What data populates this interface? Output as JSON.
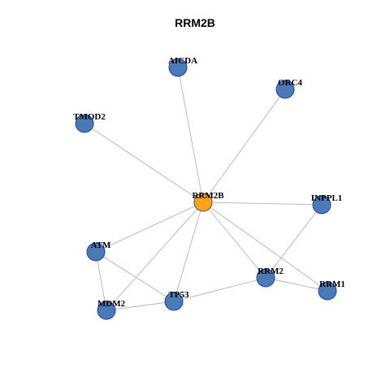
{
  "title": "RRM2B",
  "colors": {
    "center_node": "#f5a41c",
    "neighbor_node": "#4a7bb5",
    "node_border": "#1f3fbf",
    "edge": "#b3b3b3"
  },
  "nodes": [
    {
      "id": "RRM2B",
      "label": "RRM2B",
      "role": "center"
    },
    {
      "id": "AICDA",
      "label": "AICDA",
      "role": "neighbor"
    },
    {
      "id": "ORC4",
      "label": "ORC4",
      "role": "neighbor"
    },
    {
      "id": "TMOD2",
      "label": "TMOD2",
      "role": "neighbor"
    },
    {
      "id": "INPPL1",
      "label": "INPPL1",
      "role": "neighbor"
    },
    {
      "id": "ATM",
      "label": "ATM",
      "role": "neighbor"
    },
    {
      "id": "RRM2",
      "label": "RRM2",
      "role": "neighbor"
    },
    {
      "id": "RRM1",
      "label": "RRM1",
      "role": "neighbor"
    },
    {
      "id": "TP53",
      "label": "TP53",
      "role": "neighbor"
    },
    {
      "id": "MDM2",
      "label": "MDM2",
      "role": "neighbor"
    }
  ],
  "edges": [
    [
      "RRM2B",
      "AICDA"
    ],
    [
      "RRM2B",
      "ORC4"
    ],
    [
      "RRM2B",
      "TMOD2"
    ],
    [
      "RRM2B",
      "INPPL1"
    ],
    [
      "RRM2B",
      "ATM"
    ],
    [
      "RRM2B",
      "MDM2"
    ],
    [
      "RRM2B",
      "TP53"
    ],
    [
      "RRM2B",
      "RRM2"
    ],
    [
      "RRM2B",
      "RRM1"
    ],
    [
      "INPPL1",
      "RRM2"
    ],
    [
      "RRM2",
      "RRM1"
    ],
    [
      "RRM2",
      "TP53"
    ],
    [
      "ATM",
      "TP53"
    ],
    [
      "ATM",
      "MDM2"
    ],
    [
      "MDM2",
      "TP53"
    ]
  ]
}
